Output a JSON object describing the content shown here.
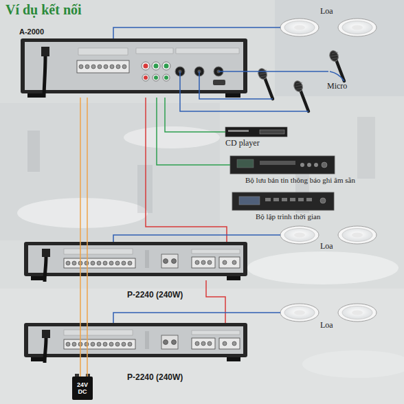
{
  "diagram": {
    "title": "Ví dụ kết nối",
    "nodes": [
      {
        "text": [
          "A-2000"
        ]
      },
      {
        "text": [
          "Loa"
        ]
      },
      {
        "text": [
          "Micro"
        ]
      },
      {
        "text": [
          "CD player"
        ]
      },
      {
        "text": [
          "Bộ lưu bản tin thông báo ghi âm sẵn"
        ]
      },
      {
        "text": [
          "Bộ lập trình thời gian"
        ]
      },
      {
        "text": [
          "P-2240 (240W)"
        ]
      },
      {
        "text": [
          "Loa"
        ]
      },
      {
        "text": [
          "P-2240 (240W)"
        ]
      },
      {
        "text": [
          "Loa"
        ]
      },
      {
        "text": [
          "24V DC"
        ]
      }
    ],
    "edges": [
      {
        "from": 0,
        "to": 1,
        "arrow": "none"
      },
      {
        "from": 0,
        "to": 2,
        "arrow": "none"
      },
      {
        "from": 0,
        "to": 3,
        "arrow": "none"
      },
      {
        "from": 0,
        "to": 4,
        "arrow": "none"
      },
      {
        "from": 0,
        "to": 6,
        "arrow": "none"
      },
      {
        "from": 6,
        "to": 8,
        "arrow": "none"
      },
      {
        "from": 6,
        "to": 7,
        "arrow": "none"
      },
      {
        "from": 8,
        "to": 9,
        "arrow": "none"
      },
      {
        "from": 10,
        "to": 0,
        "arrow": "none"
      }
    ]
  }
}
